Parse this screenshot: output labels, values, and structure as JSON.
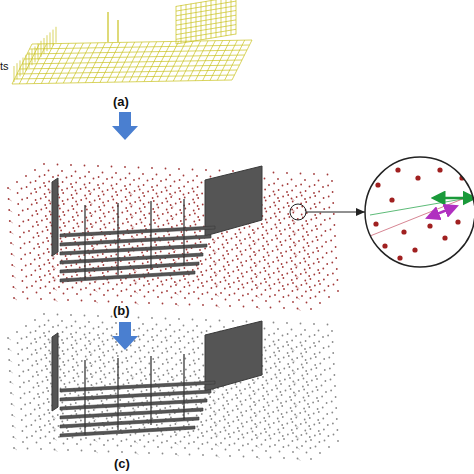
{
  "diagram": {
    "labels": [
      "ts",
      "(a)",
      "(b)",
      "(c)"
    ]
  }
}
